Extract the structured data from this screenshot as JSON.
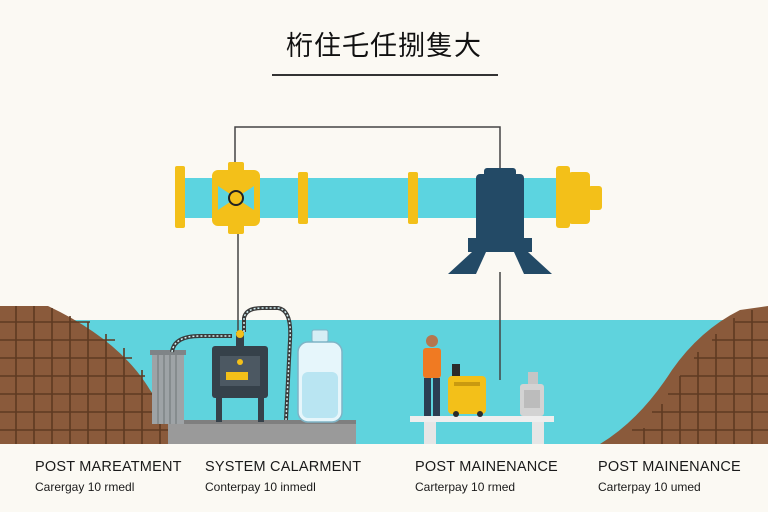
{
  "title": "桁住乇任捌隻大",
  "labels": [
    {
      "heading": "POST MAREATMENT",
      "detail": "Carergay 10 rmedl"
    },
    {
      "heading": "SYSTEM CALARMENT",
      "detail": "Conterpay 10 inmedl"
    },
    {
      "heading": "POST MAINENANCE",
      "detail": "Carterpay 10 rmed"
    },
    {
      "heading": "POST MAINENANCE",
      "detail": "Carterpay 10 umed"
    }
  ],
  "colors": {
    "pipe": "#5cd4e0",
    "water": "#5fd3dd",
    "flange": "#f3c019",
    "pump": "#234a66",
    "earth": "#8a5a3b",
    "worker_jacket": "#f07a22"
  }
}
